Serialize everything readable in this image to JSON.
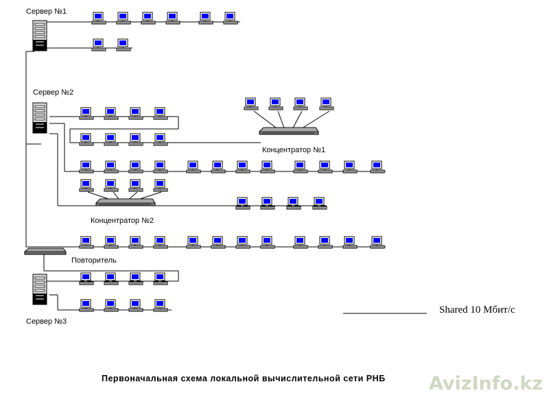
{
  "servers": [
    {
      "label": "Сервер №1"
    },
    {
      "label": "Сервер №2"
    },
    {
      "label": "Сервер №3"
    }
  ],
  "hubs": [
    {
      "label": "Концентратор №1"
    },
    {
      "label": "Концентратор №2"
    }
  ],
  "repeater": {
    "label": "Повторитель"
  },
  "legend": {
    "label": "Shared 10 Мбит/с"
  },
  "caption": "Первоначальная схема локальной вычислительной сети РНБ",
  "watermark": "AvizInfo.kz"
}
